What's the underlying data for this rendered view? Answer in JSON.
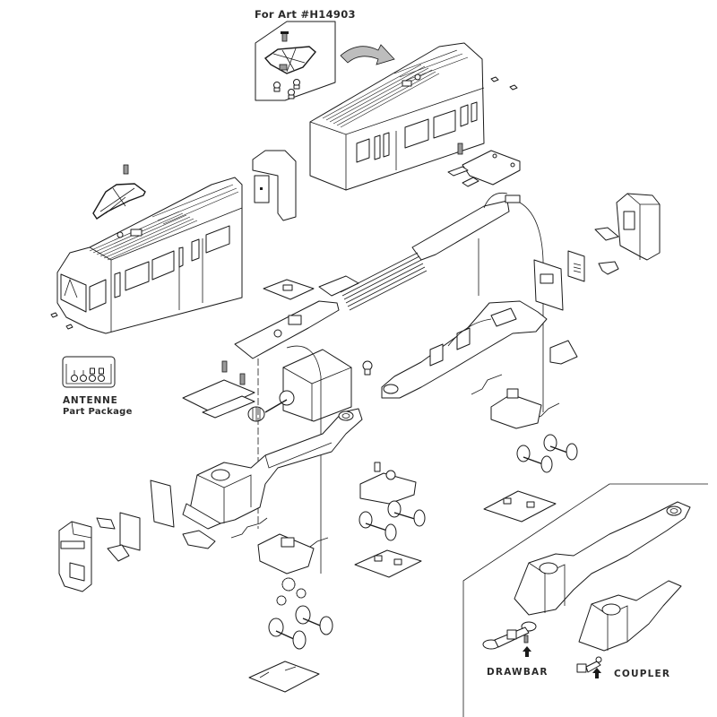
{
  "diagram": {
    "title": "Tram model exploded parts view",
    "style": {
      "line_color": "#1a1a1a",
      "background": "#ffffff",
      "label_color": "#2a2a2a"
    },
    "labels": {
      "for_art": "For Art #H14903",
      "antenne": "ANTENNE",
      "part_package": "Part Package",
      "drawbar": "DRAWBAR",
      "coupler": "COUPLER"
    },
    "parts": [
      {
        "id": "pantograph-inset",
        "name": "Pantograph assembly (inset for Art #H14903)"
      },
      {
        "id": "upper-body-shell",
        "name": "Rear tram body shell"
      },
      {
        "id": "lower-body-shell",
        "name": "Front tram body shell with cab"
      },
      {
        "id": "pantograph",
        "name": "Pantograph"
      },
      {
        "id": "articulation-cover",
        "name": "Articulation joint cover"
      },
      {
        "id": "mounting-plate-upper",
        "name": "Mounting plate with screws"
      },
      {
        "id": "circuit-board",
        "name": "Main circuit board with ribbon cable"
      },
      {
        "id": "decoder-plug",
        "name": "Decoder plug board"
      },
      {
        "id": "motor",
        "name": "Motor with worm gear"
      },
      {
        "id": "front-chassis",
        "name": "Front chassis frame"
      },
      {
        "id": "rear-chassis",
        "name": "Rear chassis frame"
      },
      {
        "id": "front-bogie",
        "name": "Powered bogie with gears and wheelsets"
      },
      {
        "id": "middle-bogie",
        "name": "Middle bogie with wheelsets"
      },
      {
        "id": "rear-bogie",
        "name": "Rear bogie with wheelsets"
      },
      {
        "id": "front-end-cap",
        "name": "Front end cap with light board"
      },
      {
        "id": "rear-end-cap",
        "name": "Rear end cap with light board"
      },
      {
        "id": "antenne-package",
        "name": "Antenne part package"
      },
      {
        "id": "drawbar",
        "name": "Drawbar"
      },
      {
        "id": "coupler",
        "name": "Coupler"
      }
    ],
    "antenne_count": 4
  }
}
